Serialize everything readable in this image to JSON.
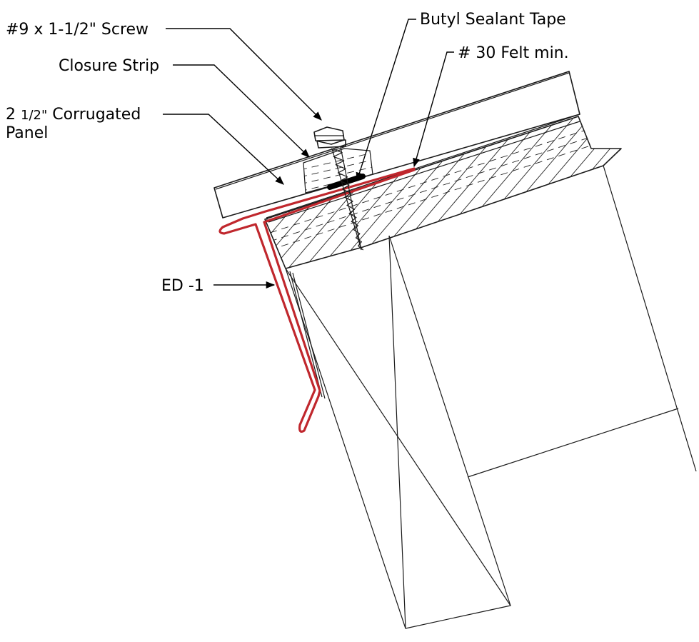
{
  "callouts": {
    "screw": "#9 x 1-1/2\" Screw",
    "closure_strip": "Closure Strip",
    "panel_line1_main": "2 ",
    "panel_line1_frac": "1/2\"",
    "panel_line1_rest": " Corrugated",
    "panel_line2": "Panel",
    "butyl_tape": "Butyl Sealant Tape",
    "felt": "# 30 Felt min.",
    "edge": "ED -1"
  },
  "colors": {
    "flashing": "#c0272d",
    "line": "#1a1a1a",
    "tape": "#000000"
  }
}
